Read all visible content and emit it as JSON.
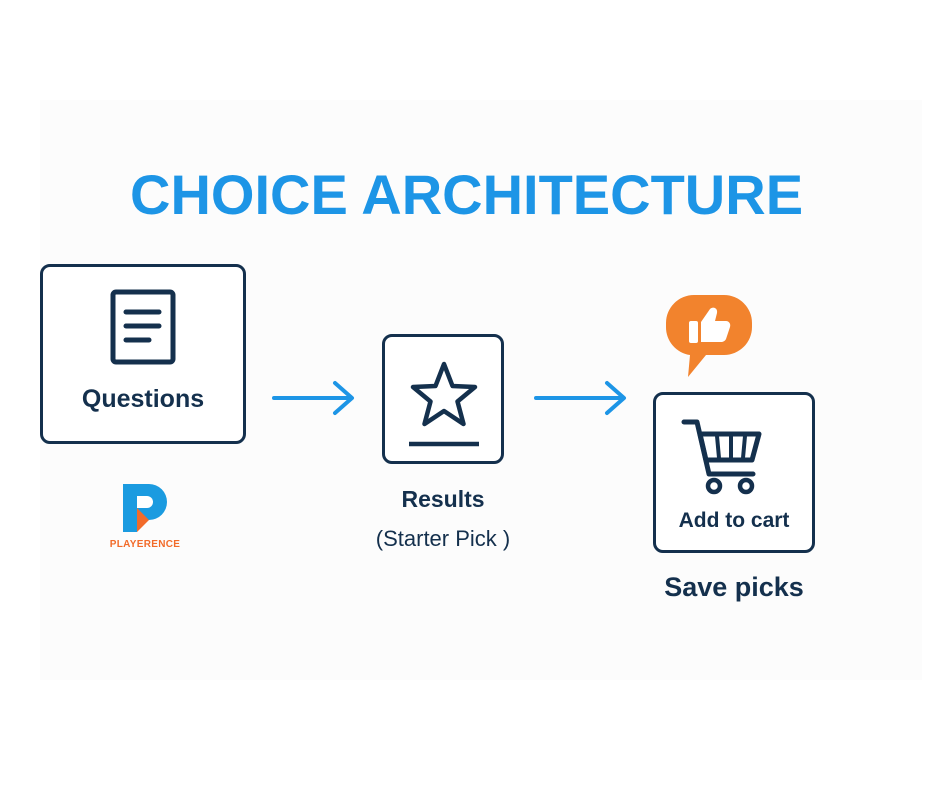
{
  "title": "CHOICE ARCHITECTURE",
  "steps": [
    {
      "label": "Questions",
      "icon": "document-icon"
    },
    {
      "label": "Results",
      "sublabel": "(Starter Pick )",
      "icon": "star-icon"
    },
    {
      "label": "Add to cart",
      "caption": "Save picks",
      "icon": "shopping-cart-icon",
      "badge_icon": "thumbs-up-icon"
    }
  ],
  "brand": {
    "name": "PLAYERENCE",
    "icon": "playerence-logo-icon"
  },
  "colors": {
    "title": "#1d95e6",
    "box_border": "#14304d",
    "arrow": "#1d95e6",
    "badge": "#f2832d",
    "brand_blue": "#1b9be0",
    "brand_orange": "#f26b2a"
  }
}
